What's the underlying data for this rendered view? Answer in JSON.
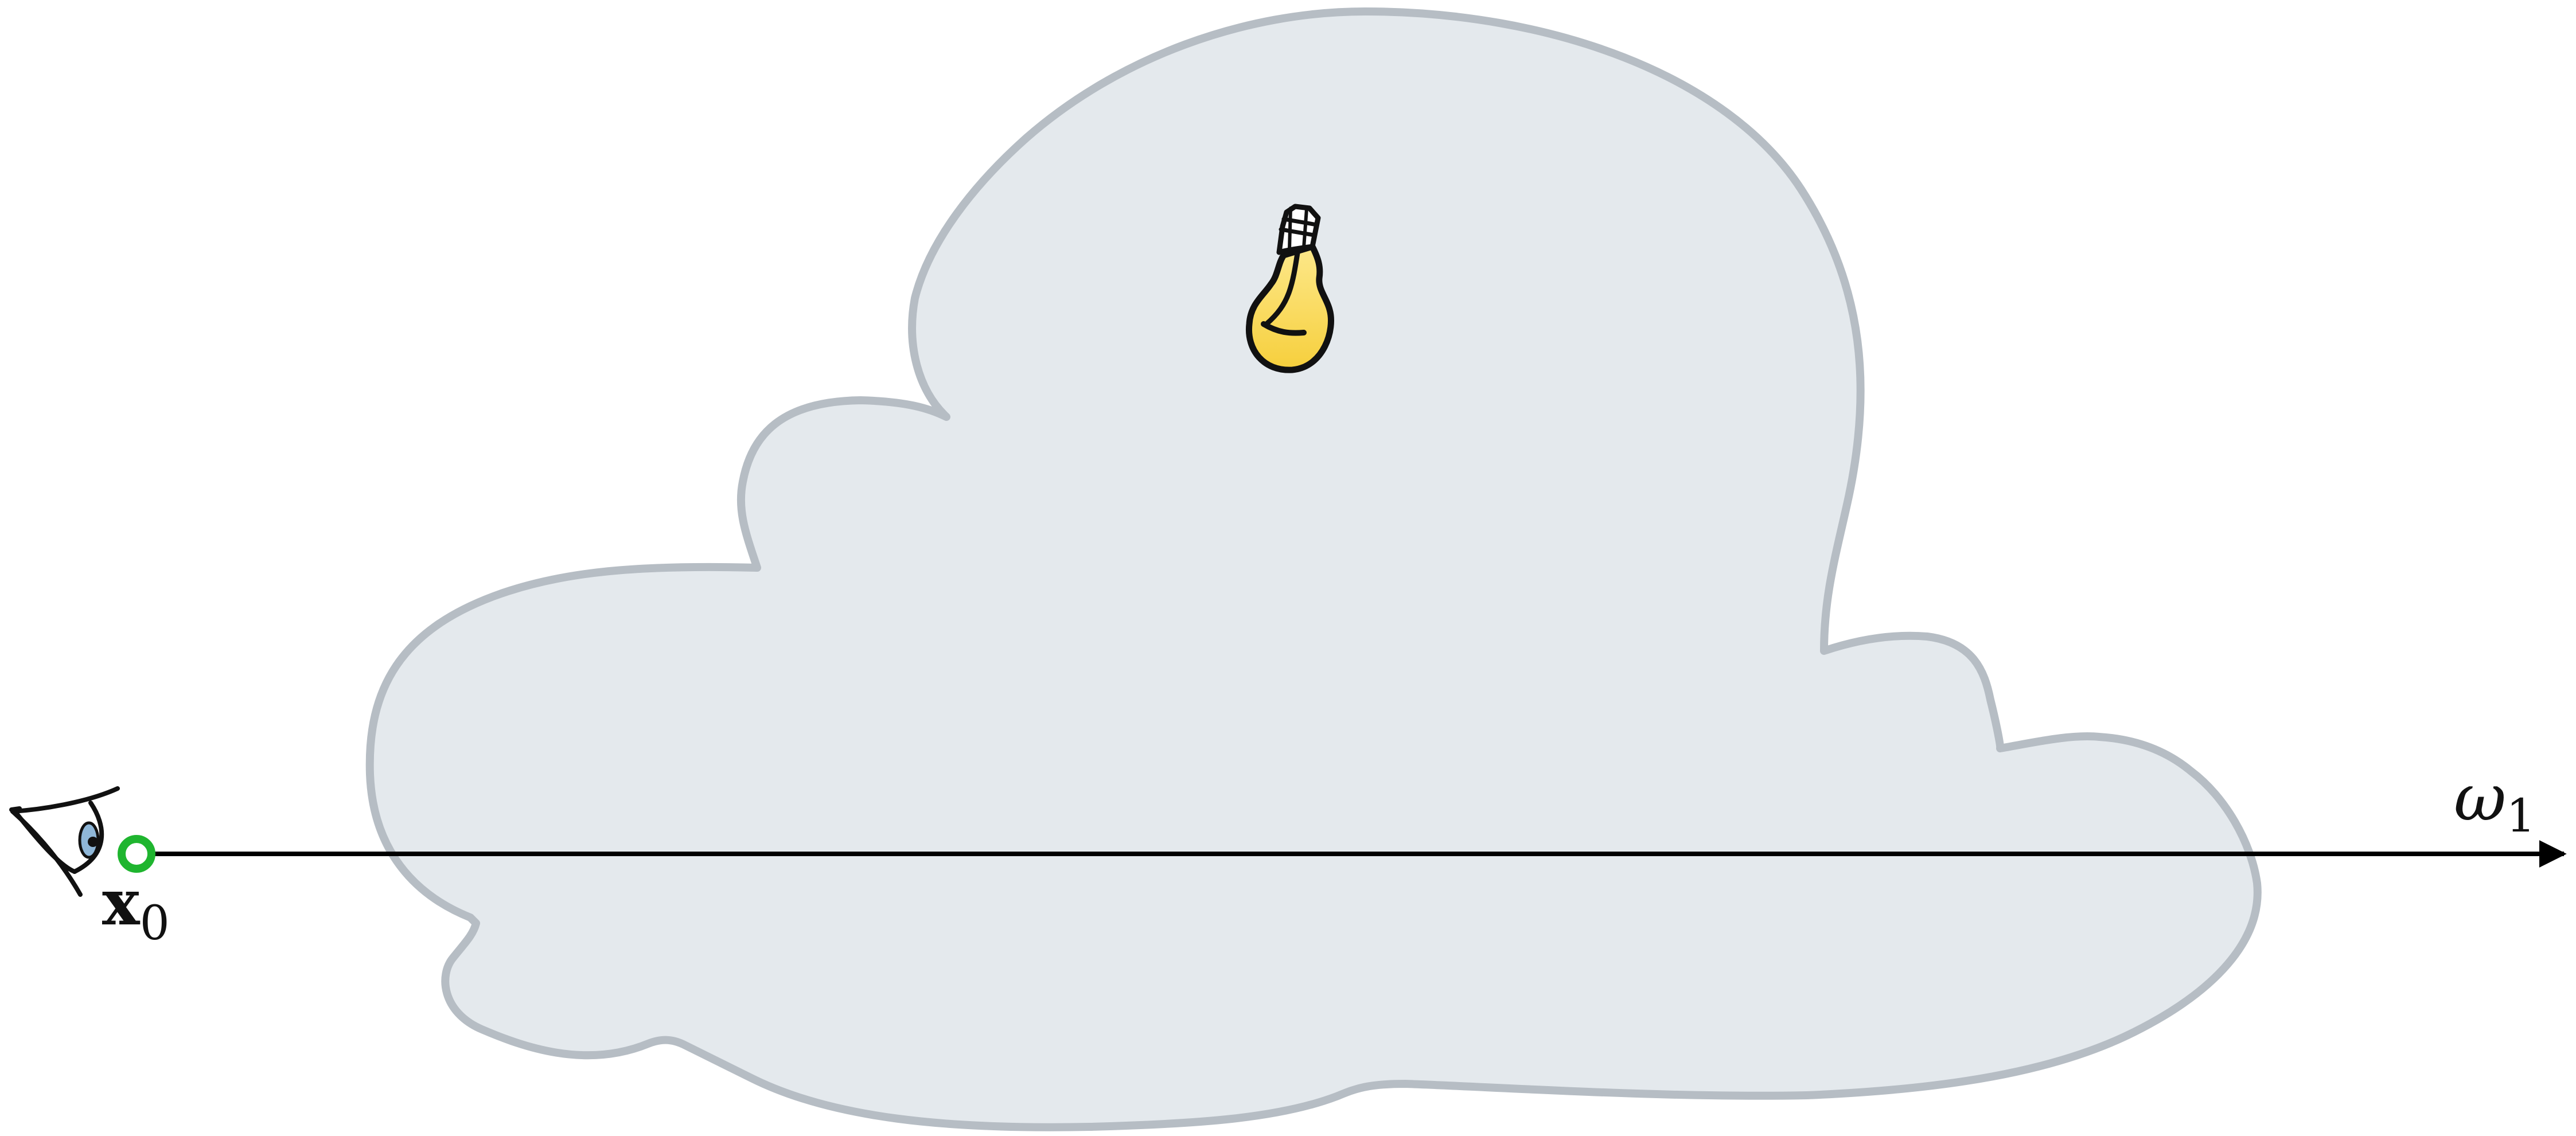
{
  "diagram": {
    "labels": {
      "origin_symbol": "x",
      "origin_subscript": "0",
      "direction_symbol": "ω",
      "direction_subscript": "1"
    },
    "icons": {
      "viewer": "eye-icon",
      "light": "lightbulb-icon",
      "origin_marker": "circle-marker-icon",
      "medium": "cloud-medium"
    },
    "colors": {
      "cloud_fill": "#e4e9ed",
      "cloud_stroke": "#b6bdc4",
      "ray": "#000000",
      "origin_marker": "#1fb52f",
      "bulb_glass": "#f6cf3c",
      "bulb_glass_light": "#fde88a",
      "eye_iris": "#8fb7d8",
      "outline": "#111111"
    }
  }
}
